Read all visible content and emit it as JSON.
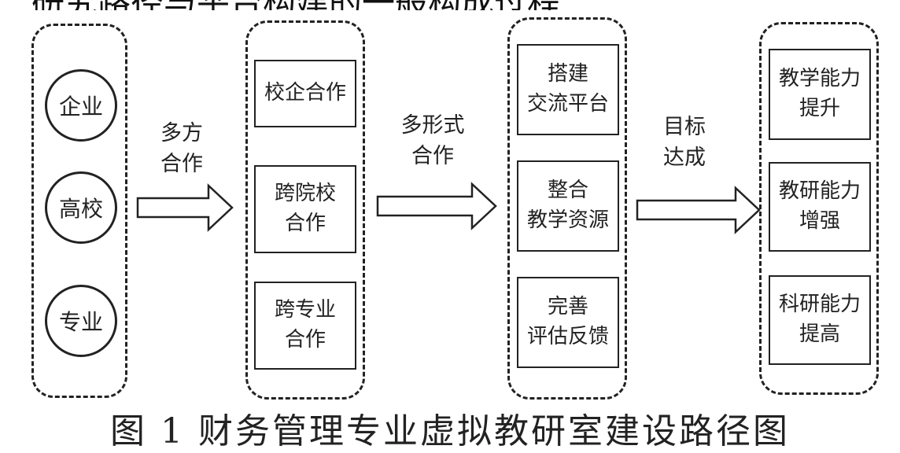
{
  "top_partial_text": "研究路径与平台构建的一般构成过程",
  "groups": {
    "subjects": {
      "items": [
        "企业",
        "高校",
        "专业"
      ]
    },
    "cooperation": {
      "items": [
        [
          "校企合作"
        ],
        [
          "跨院校",
          "合作"
        ],
        [
          "跨专业",
          "合作"
        ]
      ]
    },
    "measures": {
      "items": [
        [
          "搭建",
          "交流平台"
        ],
        [
          "整合",
          "教学资源"
        ],
        [
          "完善",
          "评估反馈"
        ]
      ]
    },
    "goals": {
      "items": [
        [
          "教学能力",
          "提升"
        ],
        [
          "教研能力",
          "增强"
        ],
        [
          "科研能力",
          "提高"
        ]
      ]
    }
  },
  "arrows": [
    {
      "label": [
        "多方",
        "合作"
      ]
    },
    {
      "label": [
        "多形式",
        "合作"
      ]
    },
    {
      "label": [
        "目标",
        "达成"
      ]
    }
  ],
  "caption": "图 1 财务管理专业虚拟教研室建设路径图"
}
